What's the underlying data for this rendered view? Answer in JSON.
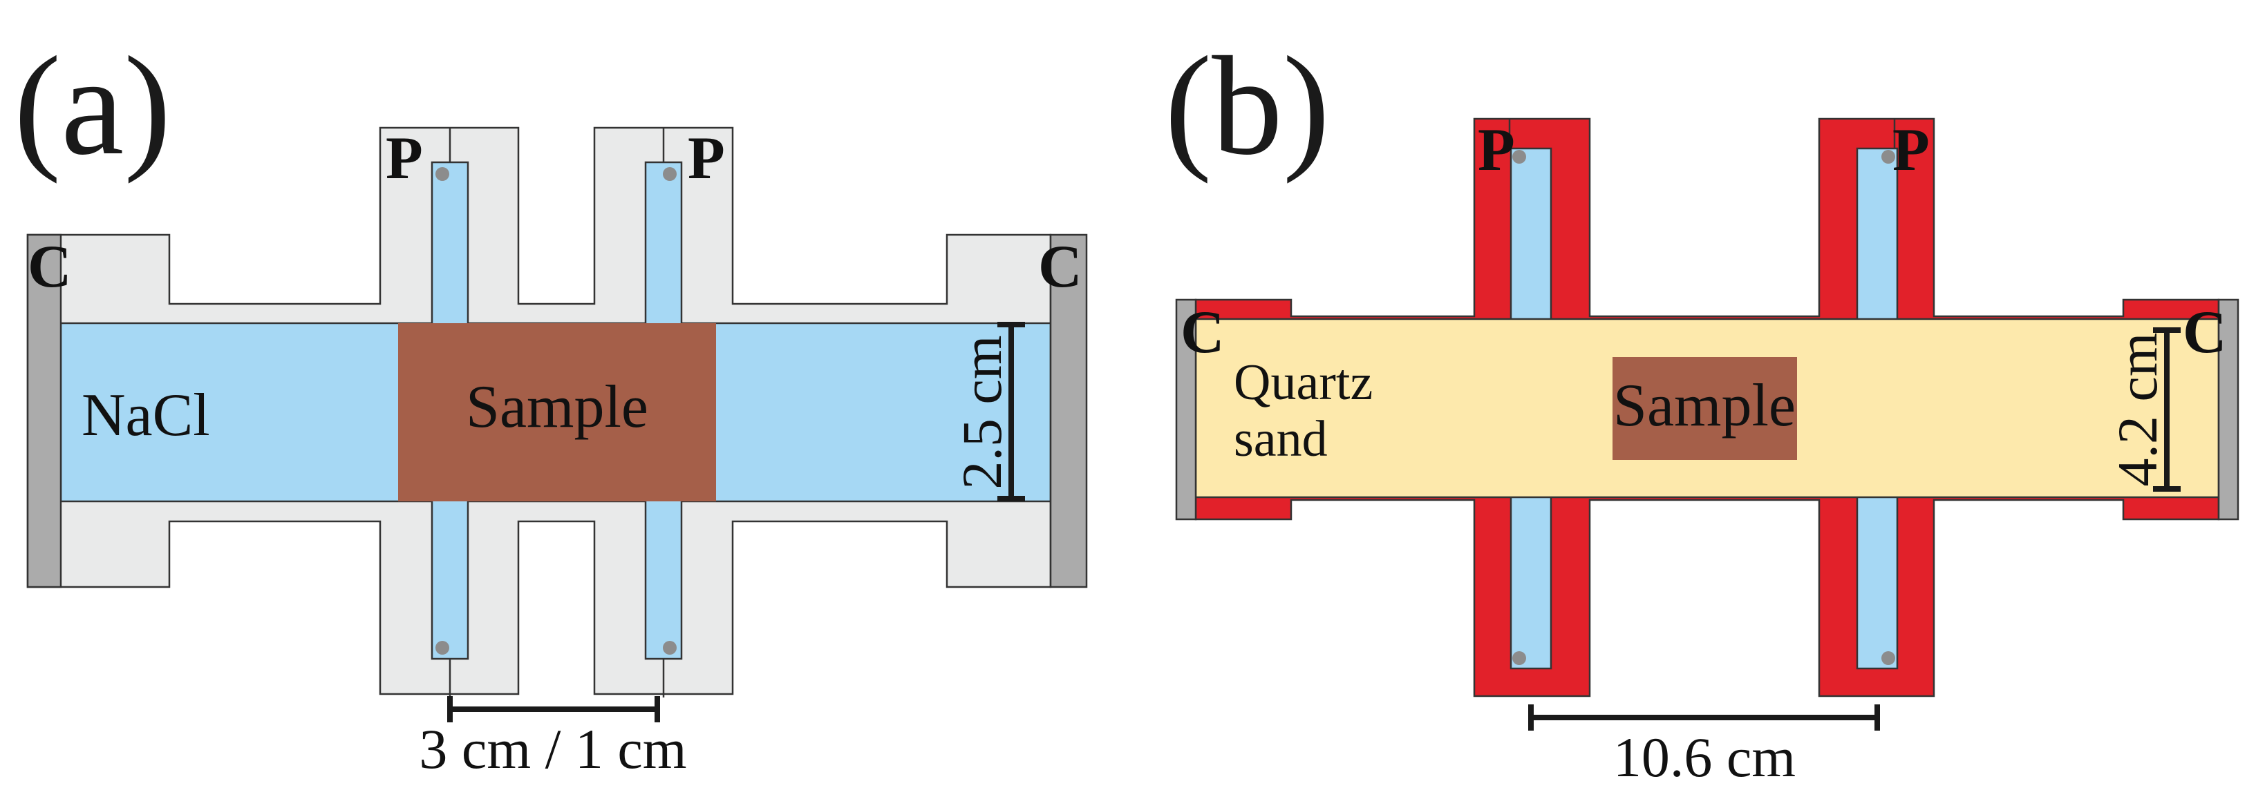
{
  "panel_a": {
    "panel_label": "(a)",
    "fluid_label": "NaCl",
    "sample_label": "Sample",
    "electrode_label_left": "C",
    "electrode_label_right": "C",
    "potential_label_left": "P",
    "potential_label_right": "P",
    "height_dimension": "2.5 cm",
    "spacing_dimension": "3 cm / 1 cm",
    "colors": {
      "housing": "#e9eaea",
      "fluid": "#a6d8f4",
      "sample": "#a55f49",
      "electrode": "#ababab",
      "electrode_dot": "#8c8c8c"
    }
  },
  "panel_b": {
    "panel_label": "(b)",
    "fill_label_line1": "Quartz",
    "fill_label_line2": "sand",
    "sample_label": "Sample",
    "electrode_label_left": "C",
    "electrode_label_right": "C",
    "potential_label_left": "P",
    "potential_label_right": "P",
    "height_dimension": "4.2 cm",
    "spacing_dimension": "10.6 cm",
    "colors": {
      "housing": "#e2212a",
      "fill": "#fde9ac",
      "fluid": "#a6d8f4",
      "sample": "#a55f49",
      "electrode": "#ababab",
      "electrode_dot": "#8c8c8c"
    }
  }
}
